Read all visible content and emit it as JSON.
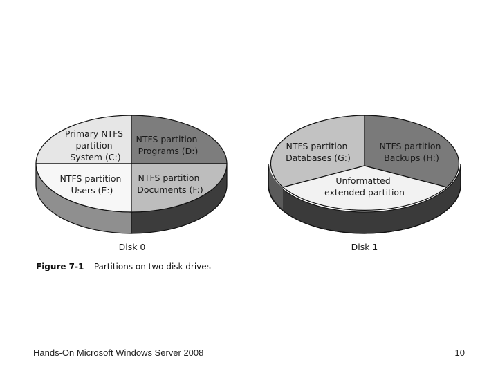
{
  "disk0": {
    "label": "Disk 0",
    "partitions": [
      {
        "lines": [
          "Primary NTFS",
          "partition",
          "System (C:)"
        ],
        "fill": "#e6e6e6"
      },
      {
        "lines": [
          "NTFS partition",
          "Programs (D:)"
        ],
        "fill": "#7d7d7d"
      },
      {
        "lines": [
          "NTFS partition",
          "Users (E:)"
        ],
        "fill": "#f7f7f7"
      },
      {
        "lines": [
          "NTFS partition",
          "Documents (F:)"
        ],
        "fill": "#bdbdbd"
      }
    ]
  },
  "disk1": {
    "label": "Disk 1",
    "partitions": [
      {
        "lines": [
          "NTFS partition",
          "Databases (G:)"
        ],
        "fill": "#c2c2c2"
      },
      {
        "lines": [
          "NTFS partition",
          "Backups (H:)"
        ],
        "fill": "#7a7a7a"
      },
      {
        "lines": [
          "Unformatted",
          "extended partition"
        ],
        "fill": "#f2f2f2"
      }
    ]
  },
  "caption": {
    "number": "Figure 7-1",
    "text": "Partitions on two disk drives"
  },
  "footer": {
    "title": "Hands-On Microsoft Windows Server 2008",
    "page": "10"
  }
}
